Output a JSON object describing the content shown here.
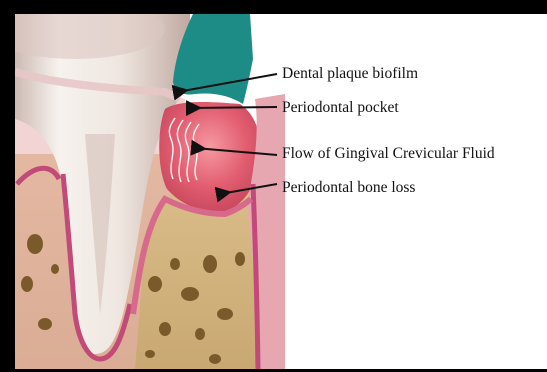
{
  "figure": {
    "labels": [
      "Dental plaque biofilm",
      "Periodontal pocket",
      "Flow of Gingival Crevicular Fluid",
      "Periodontal bone loss"
    ]
  },
  "colors": {
    "background": "#000000",
    "panel": "#ffffff",
    "plaque": "#1e8c86",
    "gum_pink": "#e8a0a8",
    "gum_inflamed": "#e05a6a",
    "bone": "#d4b483",
    "bone_pores": "#7a5a2a",
    "tooth": "#f4f1ee",
    "tooth_shadow": "#c8b7b0",
    "pdl_line": "#c24a78"
  }
}
